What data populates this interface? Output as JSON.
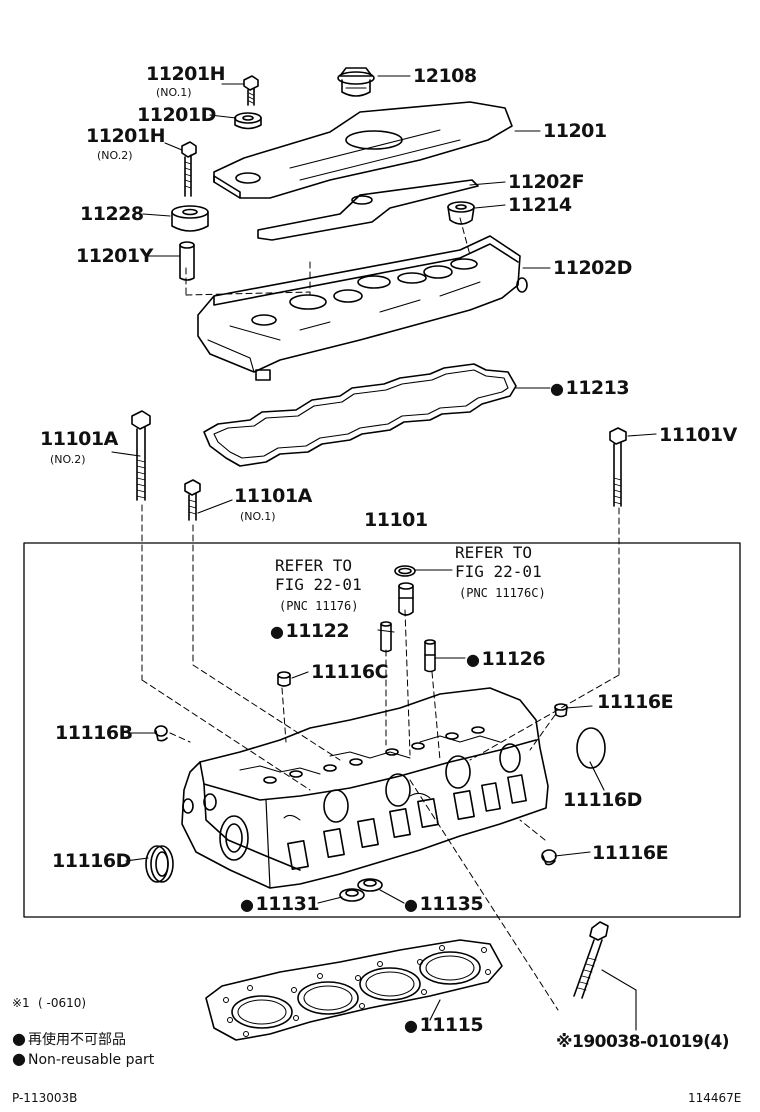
{
  "labels": {
    "p11201H_1": "11201H",
    "p11201H_1_sub": "(NO.1)",
    "p12108": "12108",
    "p11201D": "11201D",
    "p11201": "11201",
    "p11201H_2": "11201H",
    "p11201H_2_sub": "(NO.2)",
    "p11202F": "11202F",
    "p11228": "11228",
    "p11214": "11214",
    "p11201Y": "11201Y",
    "p11202D": "11202D",
    "p11213": "11213",
    "p11101A_2": "11101A",
    "p11101A_2_sub": "(NO.2)",
    "p11101V": "11101V",
    "p11101A_1": "11101A",
    "p11101A_1_sub": "(NO.1)",
    "p11101": "11101",
    "ref_left_1": "REFER TO",
    "ref_left_2": "FIG 22-01",
    "ref_left_3": "(PNC 11176)",
    "ref_right_1": "REFER TO",
    "ref_right_2": "FIG 22-01",
    "ref_right_3": "(PNC 11176C)",
    "p11122": "11122",
    "p11126": "11126",
    "p11116C": "11116C",
    "p11116E_top": "11116E",
    "p11116B": "11116B",
    "p11116D_right": "11116D",
    "p11116D_left": "11116D",
    "p11116E_bot": "11116E",
    "p11131": "11131",
    "p11135": "11135",
    "p11115": "11115",
    "p90038": "※190038-01019(4)"
  },
  "note": {
    "mark": "※1",
    "range": "( -0610)"
  },
  "legend": {
    "jp": "再使用不可部品",
    "en": "Non-reusable part"
  },
  "footer": {
    "left": "P-113003B",
    "right": "114467E"
  }
}
